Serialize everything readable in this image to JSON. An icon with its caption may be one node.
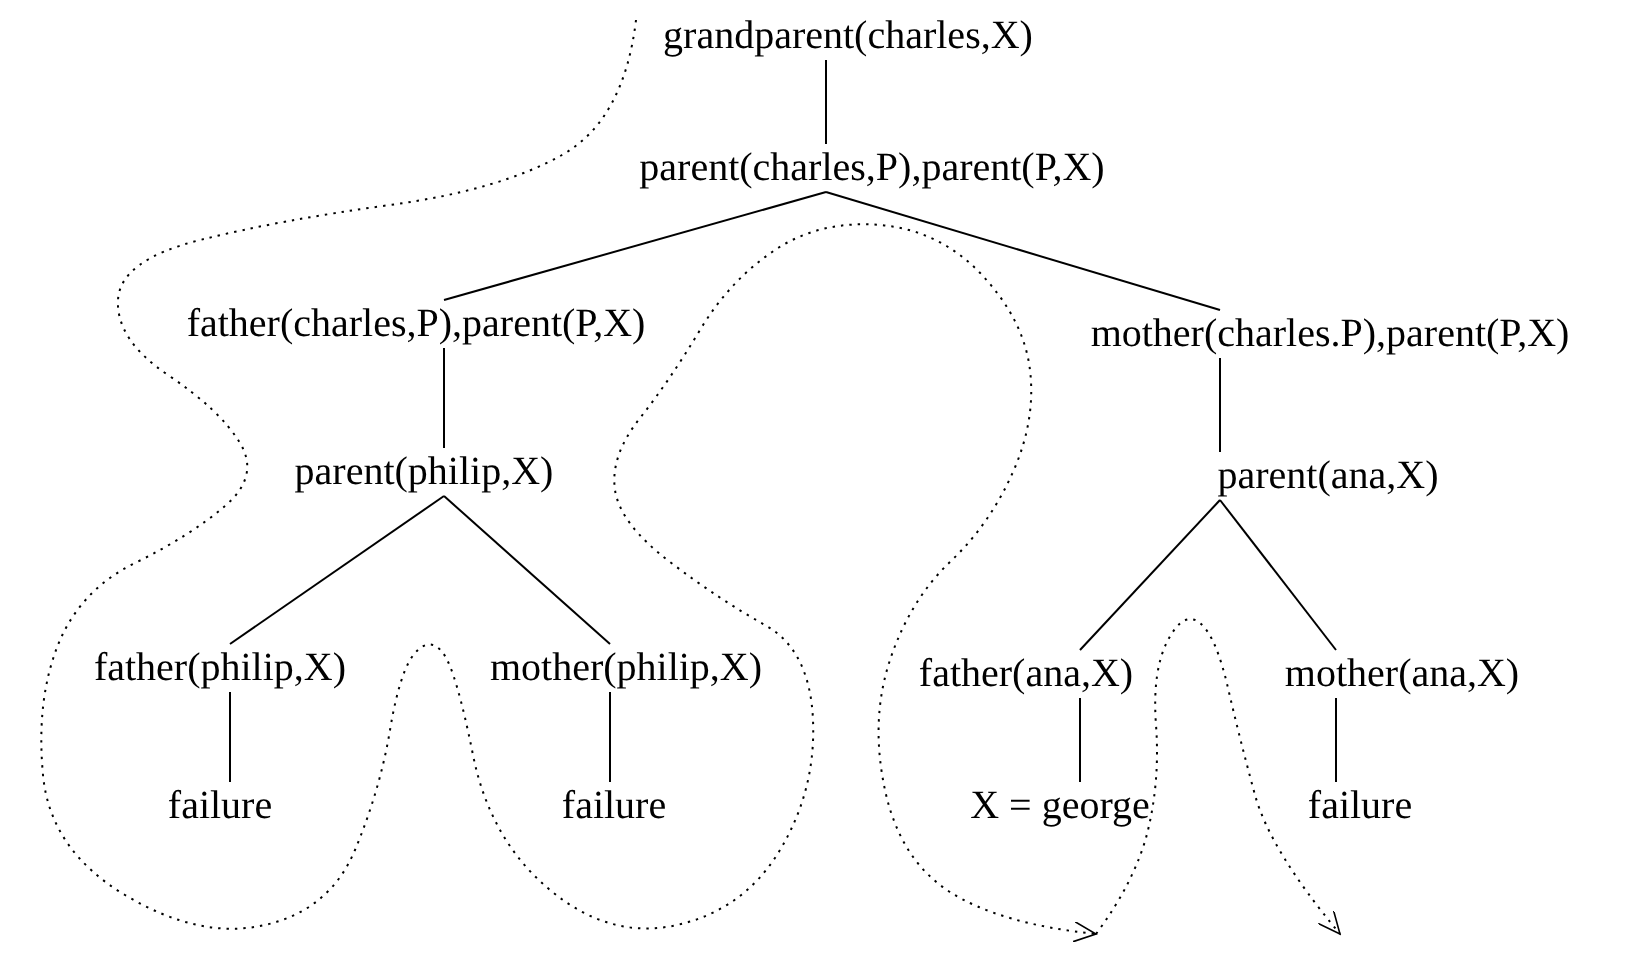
{
  "diagram": {
    "nodes": [
      {
        "text": [
          "grandparent(charles,X)"
        ]
      },
      {
        "text": [
          "parent(charles,P),parent(P,X)"
        ]
      },
      {
        "text": [
          "father(charles,P),parent(P,X)"
        ]
      },
      {
        "text": [
          "mother(charles.P),parent(P,X)"
        ]
      },
      {
        "text": [
          "parent(philip,X)"
        ]
      },
      {
        "text": [
          "parent(ana,X)"
        ]
      },
      {
        "text": [
          "father(philip,X)"
        ]
      },
      {
        "text": [
          "mother(philip,X)"
        ]
      },
      {
        "text": [
          "failure"
        ]
      },
      {
        "text": [
          "failure"
        ]
      },
      {
        "text": [
          "father(ana,X)"
        ]
      },
      {
        "text": [
          "mother(ana,X)"
        ]
      },
      {
        "text": [
          "X = george"
        ]
      },
      {
        "text": [
          "failure"
        ]
      }
    ],
    "edges": [
      {
        "from": 0,
        "to": 1,
        "arrow": "none"
      },
      {
        "from": 1,
        "to": 2,
        "arrow": "none"
      },
      {
        "from": 1,
        "to": 3,
        "arrow": "none"
      },
      {
        "from": 2,
        "to": 4,
        "arrow": "none"
      },
      {
        "from": 3,
        "to": 5,
        "arrow": "none"
      },
      {
        "from": 4,
        "to": 6,
        "arrow": "none"
      },
      {
        "from": 4,
        "to": 7,
        "arrow": "none"
      },
      {
        "from": 5,
        "to": 10,
        "arrow": "none"
      },
      {
        "from": 5,
        "to": 11,
        "arrow": "none"
      },
      {
        "from": 6,
        "to": 8,
        "arrow": "none"
      },
      {
        "from": 7,
        "to": 9,
        "arrow": "none"
      },
      {
        "from": 10,
        "to": 12,
        "arrow": "none"
      },
      {
        "from": 11,
        "to": 13,
        "arrow": "none"
      }
    ]
  }
}
